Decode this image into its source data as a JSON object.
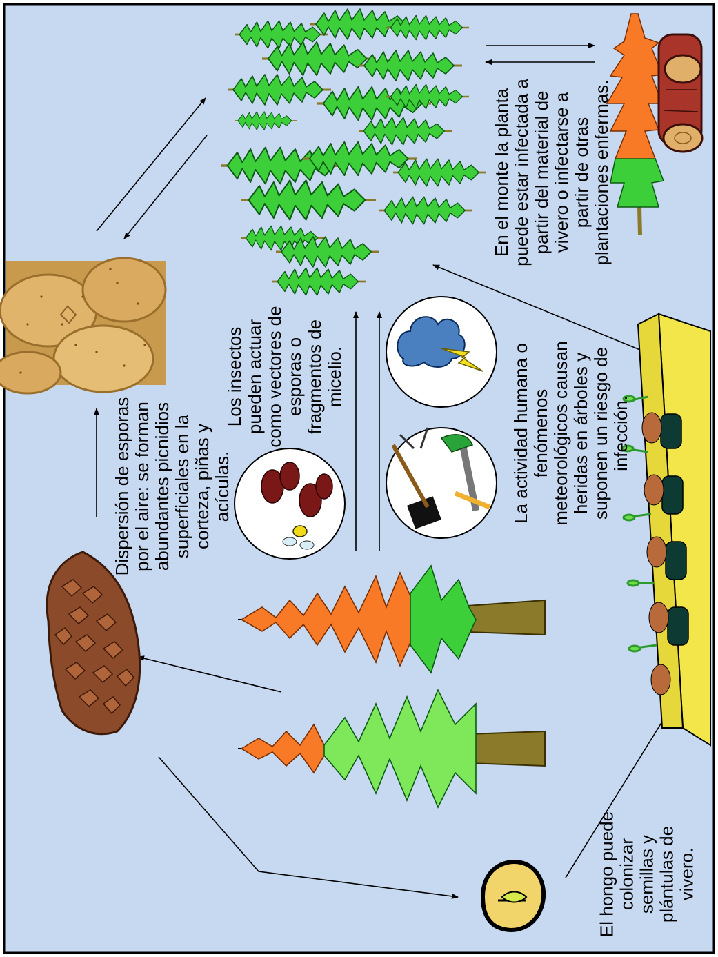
{
  "colors": {
    "background": "#c6d9f1",
    "border": "#000000",
    "green_foliage": "#33cc33",
    "light_green_foliage": "#7ee85a",
    "orange_foliage": "#f97a26",
    "trunk": "#8a7a2a",
    "cone": "#8b4a2a",
    "tray": "#f2e64a"
  },
  "captions": {
    "dispersion": [
      "Dispersión de esporas",
      "por el aire: se forman",
      "abundantes picnidios",
      "superficiales en la",
      "corteza, piñas y",
      "acículas."
    ],
    "insects": [
      "Los insectos",
      "pueden actuar",
      "como vectores de",
      "esporas o",
      "fragmentos de",
      "micelio."
    ],
    "monte": [
      "En el monte la planta",
      "puede estar infectada a",
      "partir del material de",
      "vivero o infectarse a",
      "partir de otras",
      "plantaciones enfermas."
    ],
    "human": [
      "La actividad humana o",
      "fenómenos",
      "meteorológicos  causan",
      "heridas en árboles y",
      "suponen un riesgo de",
      "infección."
    ],
    "nursery": [
      "El hongo puede",
      "colonizar",
      "semillas y",
      "plántulas de",
      "vivero."
    ]
  },
  "icons": [
    "pine-cone-icon",
    "bark-closeup-icon",
    "conifer-forest-icon",
    "diseased-tree-icon",
    "log-icon",
    "insects-icon",
    "pruning-tools-icon",
    "storm-cloud-icon",
    "seed-icon",
    "seedling-tray-icon",
    "infected-trees-icon"
  ]
}
